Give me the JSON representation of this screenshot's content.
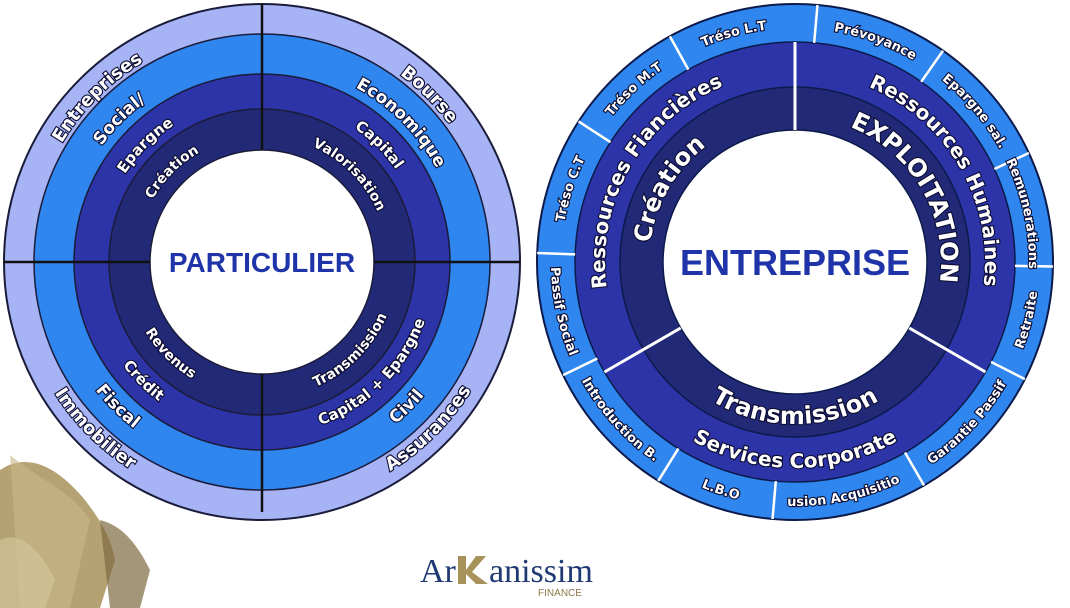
{
  "colors": {
    "ring1": "#a6b3f4",
    "ring2": "#2e86ee",
    "ring3": "#2c34a8",
    "ring4": "#222a78",
    "center_text": "#1f34a8",
    "logo_gold": "#a7925a"
  },
  "particulier": {
    "center": "PARTICULIER",
    "quadrants": {
      "top_left": {
        "outer": "Entreprises",
        "second": "Social/",
        "third": "Epargne",
        "inner": "Création"
      },
      "top_right": {
        "outer": "Bourse",
        "second": "Economique",
        "third": "Capital",
        "inner": "Valorisation"
      },
      "bottom_left": {
        "outer": "Immobilier",
        "second": "Fiscal",
        "third": "Crédit",
        "inner": "Revenus"
      },
      "bottom_right": {
        "outer": "Assurances",
        "second": "Civil",
        "third": "Capital + Epargne",
        "inner": "Transmission"
      }
    }
  },
  "entreprise": {
    "center": "ENTREPRISE",
    "inner_segments": [
      "Création",
      "EXPLOITATION",
      "Transmission"
    ],
    "middle_segments": [
      "Ressources Fiancières",
      "Ressources Humaines",
      "Services Corporate"
    ],
    "outer_segments": [
      "Prévoyance",
      "Epargne sal.",
      "Remunerations",
      "Retraite",
      "Garantie Passif",
      "Fusion Acquisition",
      "L.B.O",
      "Introduction B.",
      "Passif Social",
      "Tréso C.T",
      "Tréso M.T",
      "Tréso L.T"
    ]
  },
  "logo": {
    "name_part1": "Ar",
    "name_part2": "anissim",
    "subtitle": "FINANCE"
  }
}
